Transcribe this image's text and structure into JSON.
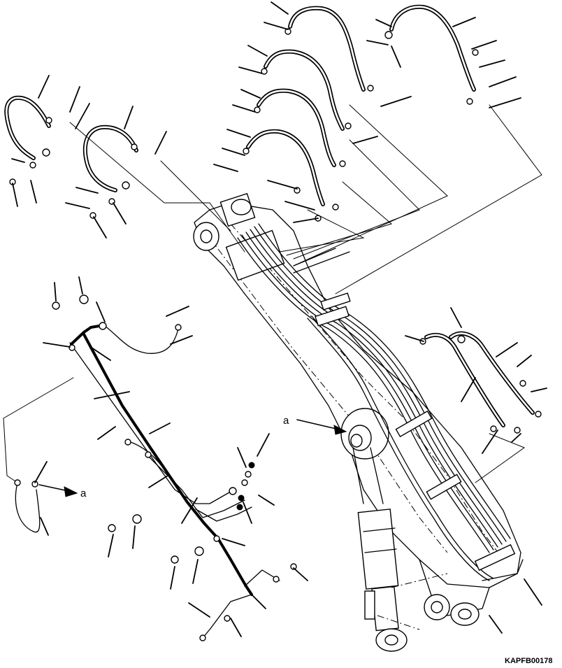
{
  "drawing": {
    "code": "KAPFB00178",
    "callout_labels": [
      "a",
      "a"
    ]
  },
  "colors": {
    "ink": "#000000",
    "paper": "#ffffff"
  }
}
